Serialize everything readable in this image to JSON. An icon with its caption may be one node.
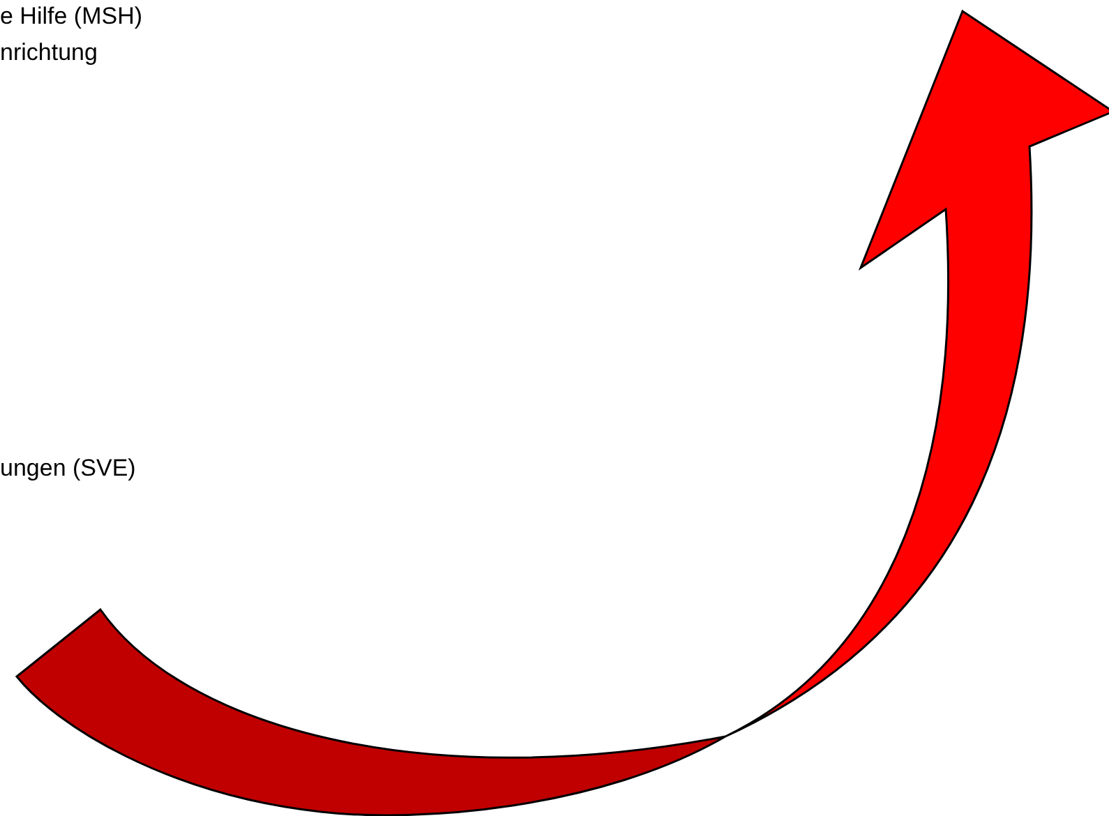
{
  "diagram": {
    "labels": [
      "e Hilfe (MSH)",
      "nrichtung",
      "ungen (SVE)"
    ]
  }
}
